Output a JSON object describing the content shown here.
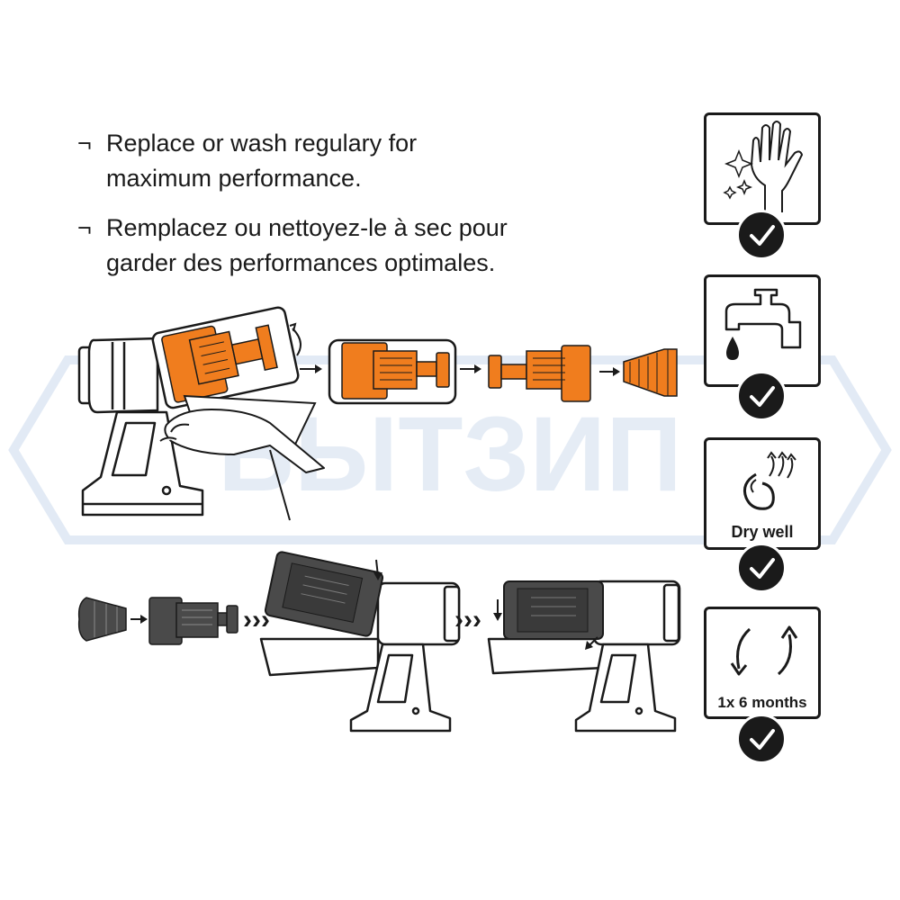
{
  "instructions": [
    {
      "bullet": "¬",
      "line1": "Replace or wash regulary for",
      "line2": "maximum performance."
    },
    {
      "bullet": "¬",
      "line1": "Remplacez ou nettoyez-le à sec pour",
      "line2": "garder des performances optimales."
    }
  ],
  "cards": [
    {
      "icon": "dry-clean-hand-icon",
      "caption": ""
    },
    {
      "icon": "water-tap-icon",
      "caption": ""
    },
    {
      "icon": "dry-well-icon",
      "caption": "Dry well"
    },
    {
      "icon": "rotate-arrows-icon",
      "caption": "1x 6 months"
    }
  ],
  "watermark": {
    "text": "БЫТЗИП"
  },
  "colors": {
    "accent": "#f07d1e",
    "ink": "#1a1a1a",
    "dark_part": "#4a4a4a",
    "watermark_blue": "#dbe5f2",
    "watermark_red": "#f3dcdc"
  }
}
